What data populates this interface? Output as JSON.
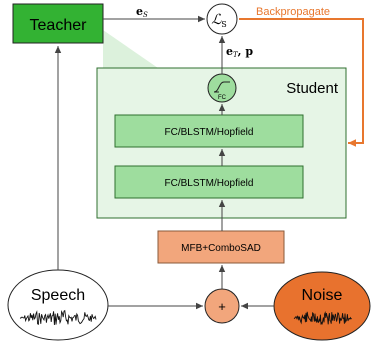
{
  "teacher": {
    "label": "Teacher"
  },
  "student": {
    "label": "Student"
  },
  "loss": {
    "label": "ℒ",
    "subscript": "S"
  },
  "edge_labels": {
    "teacher_to_loss": {
      "main": "e",
      "sub": "S"
    },
    "student_to_loss": {
      "main": "e",
      "sub": "T",
      "tail": ", p"
    }
  },
  "backprop": {
    "label": "Backpropagate"
  },
  "fc_node": {
    "label": "FC"
  },
  "layers": [
    {
      "label": "FC/BLSTM/Hopfield"
    },
    {
      "label": "FC/BLSTM/Hopfield"
    }
  ],
  "frontend": {
    "label": "MFB+ComboSAD"
  },
  "sum": {
    "label": "+"
  },
  "speech": {
    "label": "Speech"
  },
  "noise": {
    "label": "Noise"
  },
  "colors": {
    "teacher_fill": "#33b233",
    "student_fill": "#e6f5e6",
    "student_border": "#2f6f2f",
    "layer_fill": "#9edd9e",
    "fc_fill": "#9edd9e",
    "frontend_fill": "#f2a67c",
    "sum_fill": "#f2a67c",
    "noise_fill": "#e8722e",
    "backprop": "#e8772e",
    "arrow": "#444444"
  }
}
